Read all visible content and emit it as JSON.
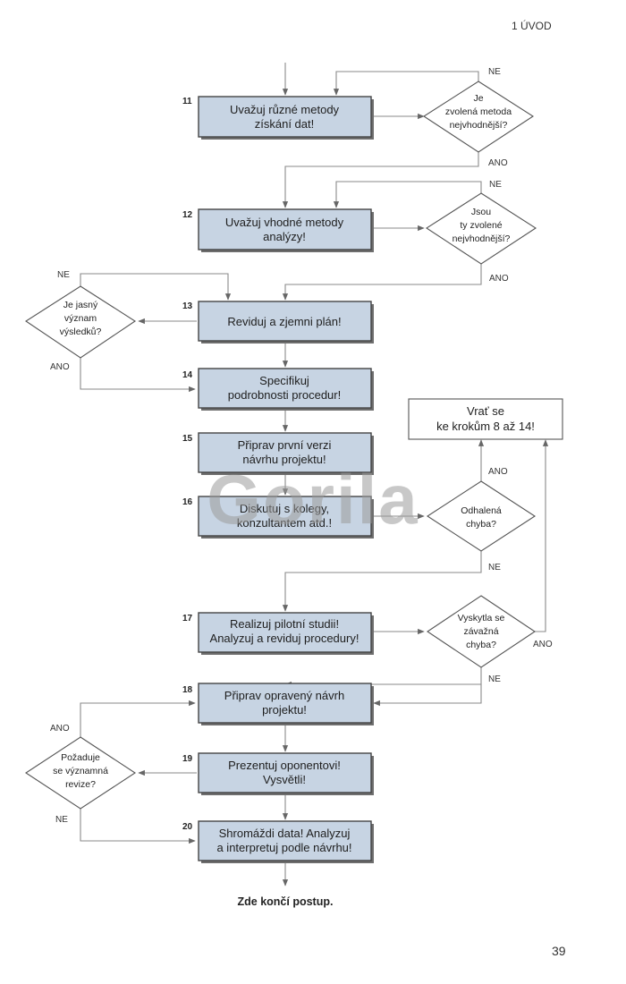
{
  "header": {
    "chapter": "1 ÚVOD"
  },
  "page_number": "39",
  "watermark": "Gorila",
  "steps": [
    {
      "number": "11",
      "lines": [
        "Uvažuj různé metody",
        "získání dat!"
      ]
    },
    {
      "number": "12",
      "lines": [
        "Uvažuj vhodné metody",
        "analýzy!"
      ]
    },
    {
      "number": "13",
      "lines": [
        "Reviduj a zjemni plán!"
      ]
    },
    {
      "number": "14",
      "lines": [
        "Specifikuj",
        "podrobnosti procedur!"
      ]
    },
    {
      "number": "15",
      "lines": [
        "Připrav první verzi",
        "návrhu projektu!"
      ]
    },
    {
      "number": "16",
      "lines": [
        "Diskutuj s kolegy,",
        "konzultantem atd.!"
      ]
    },
    {
      "number": "17",
      "lines": [
        "Realizuj pilotní studii!",
        "Analyzuj a reviduj procedury!"
      ]
    },
    {
      "number": "18",
      "lines": [
        "Připrav opravený návrh",
        "projektu!"
      ]
    },
    {
      "number": "19",
      "lines": [
        "Prezentuj oponentovi!",
        "Vysvětli!"
      ]
    },
    {
      "number": "20",
      "lines": [
        "Shromáždi data! Analyzuj",
        "a interpretuj podle návrhu!"
      ]
    }
  ],
  "decisions": [
    {
      "lines": [
        "Je",
        "zvolená metoda",
        "nejvhodnější?"
      ],
      "no": "NE",
      "yes": "ANO"
    },
    {
      "lines": [
        "Jsou",
        "ty zvolené",
        "nejvhodnější?"
      ],
      "no": "NE",
      "yes": "ANO"
    },
    {
      "lines": [
        "Je jasný",
        "význam",
        "výsledků?"
      ],
      "no": "NE",
      "yes": "ANO"
    },
    {
      "lines": [
        "Odhalená",
        "chyba?"
      ],
      "no": "NE",
      "yes": "ANO"
    },
    {
      "lines": [
        "Vyskytla se",
        "závažná",
        "chyba?"
      ],
      "no": "NE",
      "yes": "ANO"
    },
    {
      "lines": [
        "Požaduje",
        "se významná",
        "revize?"
      ],
      "no": "NE",
      "yes": "ANO"
    }
  ],
  "return_box": {
    "lines": [
      "Vrať se",
      "ke krokům 8 až 14!"
    ]
  },
  "end_text": "Zde končí postup."
}
